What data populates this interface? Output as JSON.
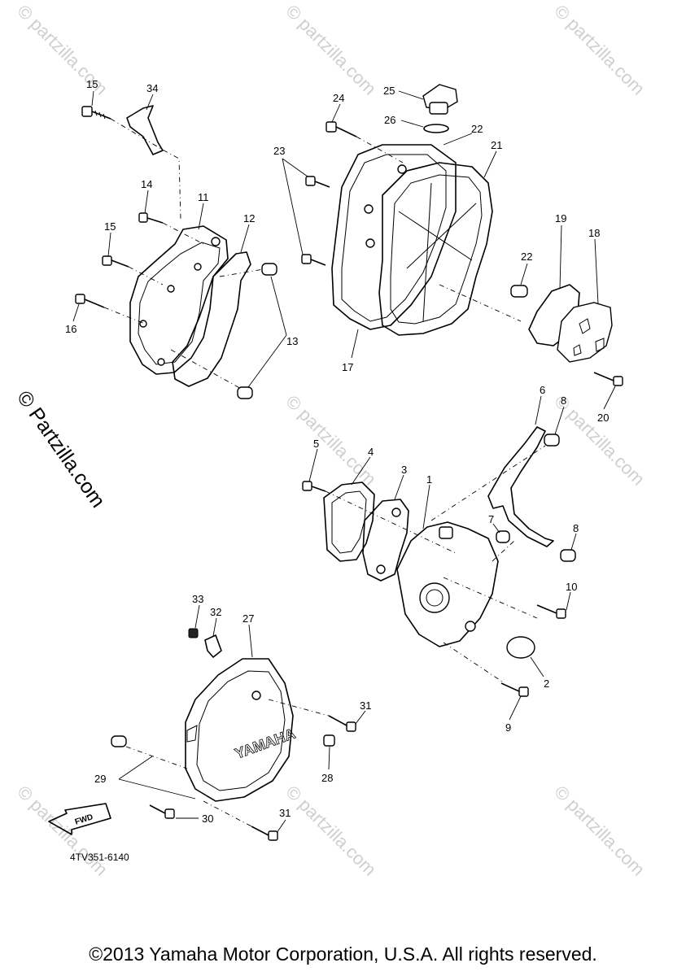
{
  "diagram": {
    "part_code": "4TV351-6140",
    "cover_brand": "YAMAHA",
    "fwd_label": "FWD",
    "side_watermark": "© Partzilla.com",
    "watermark": "© partzilla.com",
    "callouts": {
      "c1": "1",
      "c2": "2",
      "c3": "3",
      "c4": "4",
      "c5": "5",
      "c6": "6",
      "c7": "7",
      "c8a": "8",
      "c8b": "8",
      "c9": "9",
      "c10": "10",
      "c11": "11",
      "c12": "12",
      "c13": "13",
      "c14": "14",
      "c15a": "15",
      "c15b": "15",
      "c16": "16",
      "c17": "17",
      "c18": "18",
      "c19": "19",
      "c20": "20",
      "c21": "21",
      "c22a": "22",
      "c22b": "22",
      "c23": "23",
      "c24": "24",
      "c25": "25",
      "c26": "26",
      "c27": "27",
      "c28": "28",
      "c29": "29",
      "c30": "30",
      "c31a": "31",
      "c31b": "31",
      "c32": "32",
      "c33": "33",
      "c34": "34"
    }
  },
  "footer": {
    "copyright": "©2013 Yamaha Motor Corporation, U.S.A. All rights reserved."
  }
}
